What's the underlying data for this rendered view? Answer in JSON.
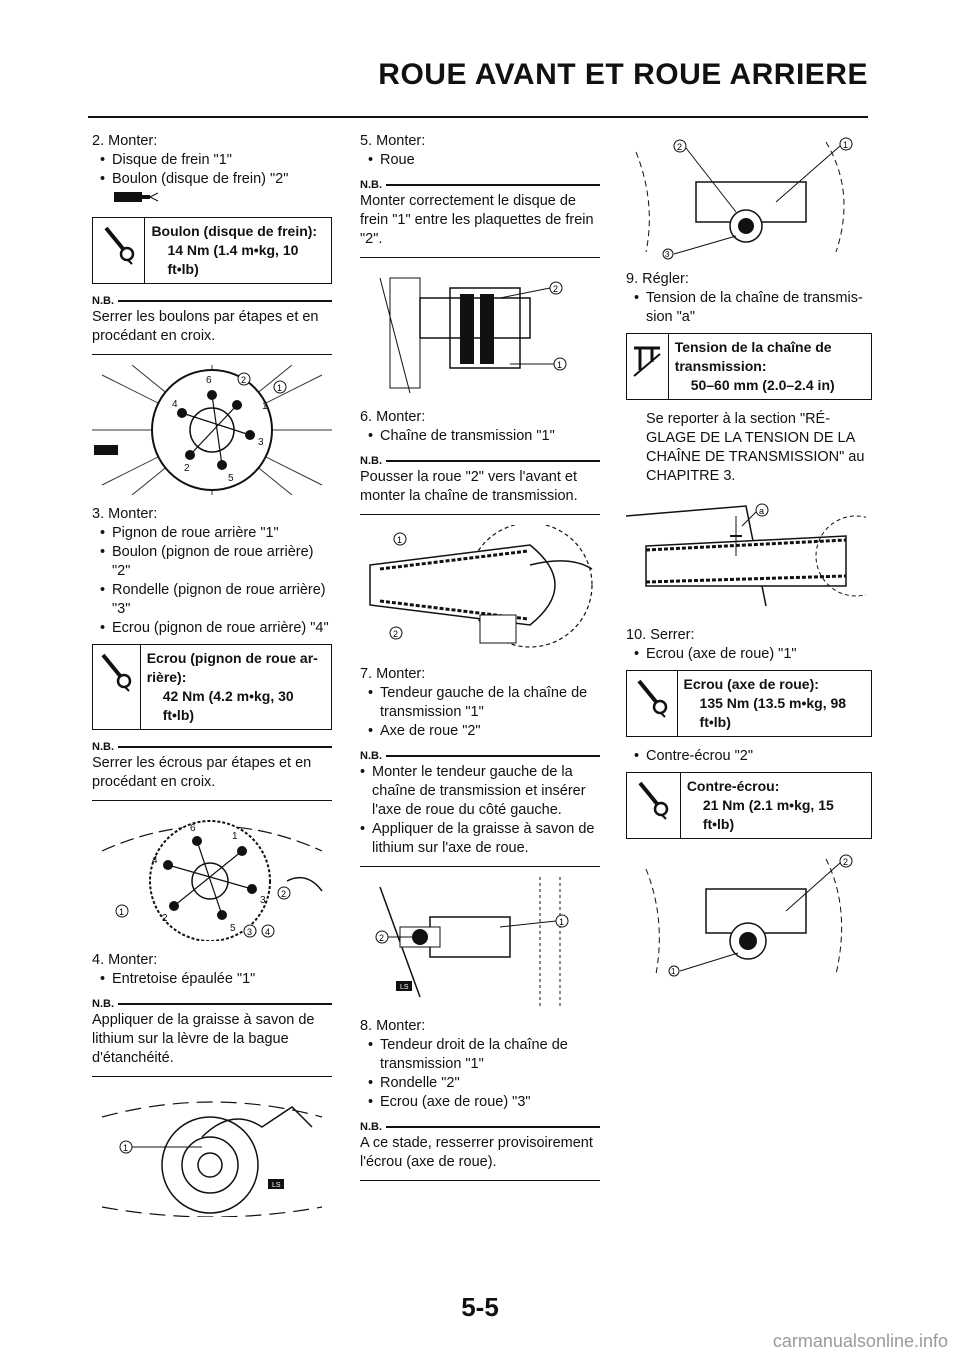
{
  "header": {
    "title": "ROUE AVANT ET ROUE ARRIERE"
  },
  "col1": {
    "s2_num": "2.",
    "s2_title": "Monter:",
    "s2_items": [
      "Disque de frein \"1\"",
      "Boulon (disque de frein) \"2\""
    ],
    "spec1_title": "Boulon (disque de frein):",
    "spec1_value": "14 Nm (1.4 m•kg, 10 ft•lb)",
    "nb_label": "N.B.",
    "nb1": "Serrer les boulons par étapes et en procédant en croix.",
    "s3_num": "3.",
    "s3_title": "Monter:",
    "s3_items": [
      "Pignon de roue arrière \"1\"",
      "Boulon (pignon de roue arrière) \"2\"",
      "Rondelle (pignon de roue arrière) \"3\"",
      "Ecrou (pignon de roue arrière) \"4\""
    ],
    "spec2_title": "Ecrou (pignon de roue ar­rière):",
    "spec2_value": "42 Nm (4.2 m•kg, 30 ft•lb)",
    "nb2": "Serrer les écrous par étapes et en procédant en croix.",
    "s4_num": "4.",
    "s4_title": "Monter:",
    "s4_items": [
      "Entretoise épaulée \"1\""
    ],
    "nb3": "Appliquer de la graisse à savon de lithium sur la lèvre de la bague d'étan­chéité."
  },
  "col2": {
    "s5_num": "5.",
    "s5_title": "Monter:",
    "s5_items": [
      "Roue"
    ],
    "nb_label": "N.B.",
    "nb1": "Monter correctement le disque de frein \"1\" entre les plaquettes de frein \"2\".",
    "s6_num": "6.",
    "s6_title": "Monter:",
    "s6_items": [
      "Chaîne de transmission \"1\""
    ],
    "nb2": "Pousser la roue \"2\" vers l'avant et monter la chaîne de transmission.",
    "s7_num": "7.",
    "s7_title": "Monter:",
    "s7_items": [
      "Tendeur gauche de la chaîne de transmission \"1\"",
      "Axe de roue \"2\""
    ],
    "nb3_items": [
      "Monter le tendeur gauche de la chaîne de transmission et insérer l'axe de roue du côté gauche.",
      "Appliquer de la graisse à savon de lithium sur l'axe de roue."
    ],
    "s8_num": "8.",
    "s8_title": "Monter:",
    "s8_items": [
      "Tendeur droit de la chaîne de transmission \"1\"",
      "Rondelle \"2\"",
      "Ecrou (axe de roue) \"3\""
    ],
    "nb4": "A ce stade, resserrer provisoirement l'écrou (axe de roue)."
  },
  "col3": {
    "s9_num": "9.",
    "s9_title": "Régler:",
    "s9_items": [
      "Tension de la chaîne de transmis­sion \"a\""
    ],
    "spec3_title": "Tension de la chaîne de transmission:",
    "spec3_value": "50–60 mm (2.0–2.4 in)",
    "s9_ref": "Se reporter à la section \"RÉ­GLAGE DE LA TENSION DE LA CHAÎNE DE TRANSMISSION\" au CHAPITRE 3.",
    "s10_num": "10.",
    "s10_title": "Serrer:",
    "s10_items": [
      "Ecrou (axe de roue) \"1\""
    ],
    "spec4_title": "Ecrou (axe de roue):",
    "spec4_value": "135 Nm (13.5 m•kg, 98 ft•lb)",
    "s10_items2": [
      "Contre-écrou \"2\""
    ],
    "spec5_title": "Contre-écrou:",
    "spec5_value": "21 Nm (2.1 m•kg, 15 ft•lb)"
  },
  "figures": {
    "disc_labels": [
      "1",
      "2",
      "3",
      "4",
      "5",
      "6"
    ],
    "sprocket_labels": [
      "1",
      "2",
      "3",
      "4",
      "5",
      "6"
    ],
    "caliper_labels": [
      "1",
      "2"
    ],
    "chain_labels": [
      "1",
      "2"
    ],
    "tensioner_labels": [
      "1",
      "2"
    ],
    "axle_labels": [
      "1",
      "2",
      "3"
    ],
    "adjust_label": "a",
    "nut_labels": [
      "1",
      "2"
    ],
    "grease_label": "LS"
  },
  "footer": {
    "page": "5-5",
    "watermark": "carmanualsonline.info"
  }
}
